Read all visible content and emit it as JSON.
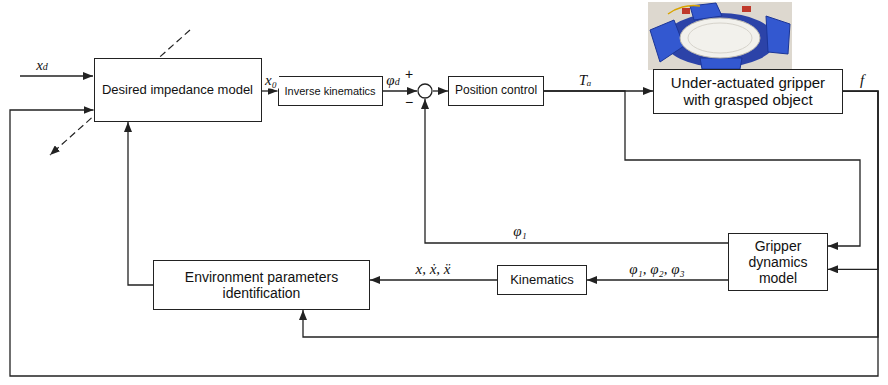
{
  "diagram": {
    "nodes": [
      {
        "text": [
          "Desired impedance model"
        ]
      },
      {
        "text": [
          "Inverse kinematics"
        ]
      },
      {
        "text": [
          "+",
          "−"
        ]
      },
      {
        "text": [
          "Position control"
        ]
      },
      {
        "text": [
          "Under-actuated gripper with grasped object"
        ]
      },
      {
        "text": [
          "Gripper dynamics model"
        ]
      },
      {
        "text": [
          "Kinematics"
        ]
      },
      {
        "text": [
          "Environment parameters identification"
        ]
      }
    ],
    "edges": [
      {
        "from": 0,
        "to": 1,
        "arrow": "to",
        "label": "x₀"
      },
      {
        "from": 1,
        "to": 2,
        "arrow": "to",
        "label": "φd"
      },
      {
        "from": 2,
        "to": 3,
        "arrow": "to"
      },
      {
        "from": 3,
        "to": 4,
        "arrow": "to",
        "label": "Tₐ"
      },
      {
        "from": 3,
        "to": 5,
        "arrow": "to"
      },
      {
        "from": 5,
        "to": 2,
        "arrow": "to",
        "label": "φ₁"
      },
      {
        "from": 5,
        "to": 6,
        "arrow": "to",
        "label": "φ₁, φ₂, φ₃"
      },
      {
        "from": 6,
        "to": 7,
        "arrow": "to",
        "label": "x, ẋ, ẍ"
      },
      {
        "from": 7,
        "to": 0,
        "arrow": "to"
      },
      {
        "from": 4,
        "to": 5,
        "arrow": "to"
      },
      {
        "from": 4,
        "to": 7,
        "arrow": "to"
      },
      {
        "from": 4,
        "to": 0,
        "arrow": "to"
      }
    ],
    "labels": [
      "xd",
      "f"
    ]
  }
}
